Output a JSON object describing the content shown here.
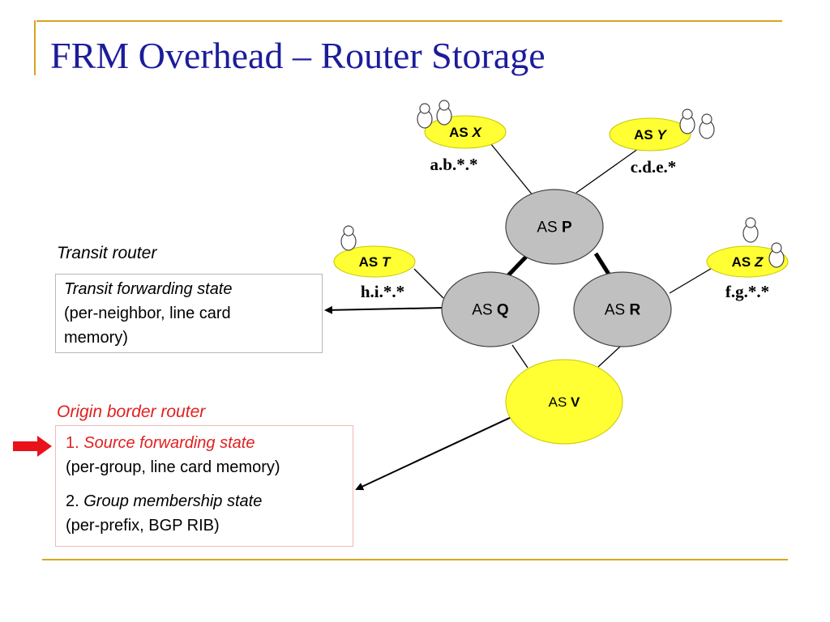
{
  "slide": {
    "title": "FRM Overhead – Router Storage",
    "frame_color": "#d9a521"
  },
  "diagram": {
    "nodes": [
      {
        "id": "X",
        "prefix": "AS ",
        "name": "X",
        "fill": "#ffff33",
        "prefix_label": "a.b.*.*"
      },
      {
        "id": "Y",
        "prefix": "AS ",
        "name": "Y",
        "fill": "#ffff33",
        "prefix_label": "c.d.e.*"
      },
      {
        "id": "T",
        "prefix": "AS ",
        "name": "T",
        "fill": "#ffff33",
        "prefix_label": "h.i.*.*"
      },
      {
        "id": "Z",
        "prefix": "AS ",
        "name": "Z",
        "fill": "#ffff33",
        "prefix_label": "f.g.*.*"
      },
      {
        "id": "P",
        "prefix": "AS ",
        "name": "P",
        "fill": "#c0c0c0"
      },
      {
        "id": "Q",
        "prefix": "AS ",
        "name": "Q",
        "fill": "#c0c0c0"
      },
      {
        "id": "R",
        "prefix": "AS ",
        "name": "R",
        "fill": "#c0c0c0"
      },
      {
        "id": "V",
        "prefix": "AS ",
        "name": "V",
        "fill": "#ffff33"
      }
    ],
    "links": [
      {
        "from": "X",
        "to": "P",
        "weight": "thin"
      },
      {
        "from": "Y",
        "to": "P",
        "weight": "thin"
      },
      {
        "from": "P",
        "to": "Q",
        "weight": "thick"
      },
      {
        "from": "P",
        "to": "R",
        "weight": "thick"
      },
      {
        "from": "T",
        "to": "Q",
        "weight": "thin"
      },
      {
        "from": "Z",
        "to": "R",
        "weight": "thin"
      },
      {
        "from": "Q",
        "to": "V",
        "weight": "thin"
      },
      {
        "from": "R",
        "to": "V",
        "weight": "thin"
      }
    ],
    "icons": [
      "users-icon"
    ]
  },
  "transit": {
    "caption": "Transit router",
    "line1": "Transit forwarding state",
    "line2": "(per-neighbor, line card",
    "line3": "memory)"
  },
  "origin": {
    "caption": "Origin border router",
    "item1_number": "1. ",
    "item1_title": "Source forwarding state",
    "item1_detail": "(per-group, line card memory)",
    "item2_number": "2. ",
    "item2_title": "Group membership state",
    "item2_detail": "(per-prefix, BGP RIB)",
    "highlight_color": "#e02020"
  }
}
